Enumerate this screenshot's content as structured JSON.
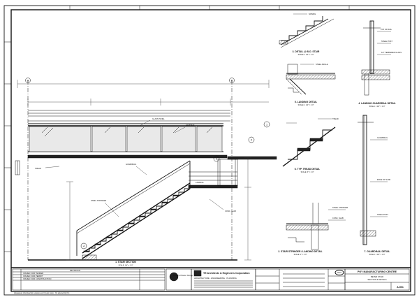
{
  "drawing": {
    "details": [
      {
        "id": "detail-1",
        "title": "1. STAIR SECTION",
        "scale": "SCALE: 1/4\" = 1'-0\""
      },
      {
        "id": "detail-2",
        "title": "2. STAIR STRINGER / LANDING DETAIL",
        "scale": "SCALE: 1\" = 1'-0\""
      },
      {
        "id": "detail-3",
        "title": "3. DETAIL @ B.O. STAIR",
        "scale": "SCALE: 1 1/2\" = 1'-0\""
      },
      {
        "id": "detail-4",
        "title": "4. LANDING GUARDRAIL DETAIL",
        "scale": "SCALE: 1 1/2\" = 1'-0\""
      },
      {
        "id": "detail-5",
        "title": "5. LANDING DETAIL",
        "scale": "SCALE: 1 1/2\" = 1'-0\""
      },
      {
        "id": "detail-6",
        "title": "6. TYP. TREAD DETAIL",
        "scale": "SCALE: 3\" = 1'-0\""
      },
      {
        "id": "detail-7",
        "title": "7. GUARDRAIL DETAIL",
        "scale": "SCALE: 1 1/2\" = 1'-0\""
      }
    ],
    "callouts": [
      "1",
      "2",
      "3",
      "4"
    ],
    "grid_bubbles": [
      "A",
      "B"
    ],
    "notes": [
      "GLASS PANEL",
      "HANDRAIL",
      "STEEL STRINGER",
      "CONC. SLAB",
      "GUARDRAIL",
      "TREAD",
      "LANDING",
      "STEEL POST",
      "STEEL ANGLE",
      "EDGE OF SLAB",
      "1/2\" TEMPERED GLASS",
      "TOP OF RAIL",
      "NOSING"
    ]
  },
  "titleblock": {
    "firm": "TE Architects & Engineers Corporation",
    "firm_sub": "ARCHITECTURE · ENGINEERING · PLANNING",
    "project": "PGY MANUFACTURING CENTRE",
    "sheet_title_1": "BEVER STAIR",
    "sheet_title_2": "SECTION & DETAILS",
    "client_logo": "Ontario Power Group",
    "stamp": "OAA",
    "sheet_no": "A-501",
    "revision_header": "REVISIONS",
    "revisions": [
      "ISSUED FOR TENDER",
      "ISSUED FOR PERMIT",
      "ISSUED FOR CONSTRUCTION"
    ],
    "footer": "DRAWING PRODUCED USING AUTOCAD 2000 - TE ARCHITECTS"
  },
  "colors": {
    "ink": "#111111",
    "paper": "#ffffff",
    "fill": "#e9e9e9"
  }
}
